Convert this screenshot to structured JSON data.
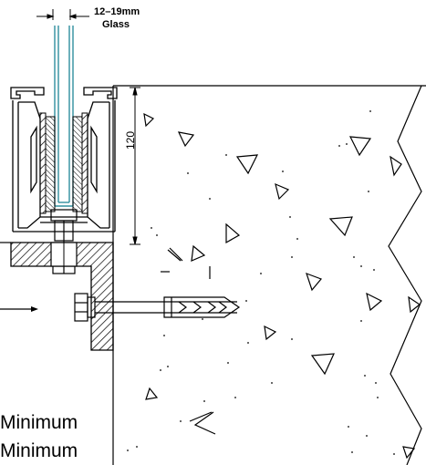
{
  "labels": {
    "glass_thickness": "12–19mm",
    "glass_word": "Glass",
    "depth_dim": "120",
    "minimum_line_1": "Minimum",
    "minimum_line_2": "Minimum"
  },
  "colors": {
    "glass": "#2f8f9e",
    "line": "#000000",
    "background": "#ffffff"
  }
}
